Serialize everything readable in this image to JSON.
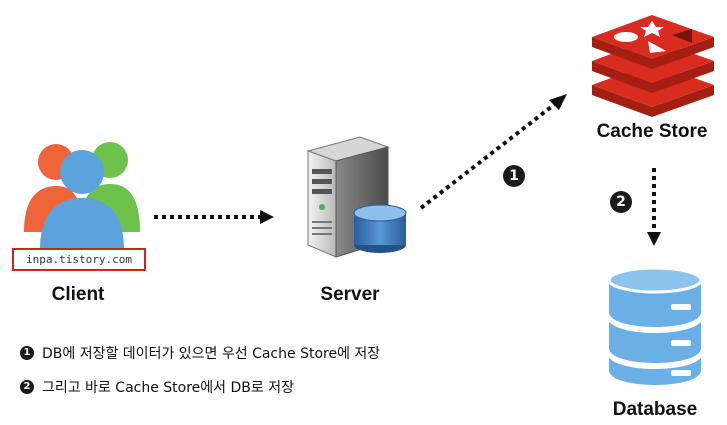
{
  "nodes": {
    "client": {
      "label": "Client"
    },
    "server": {
      "label": "Server"
    },
    "cache": {
      "label": "Cache Store"
    },
    "database": {
      "label": "Database"
    }
  },
  "watermark": "inpa.tistory.com",
  "steps": [
    {
      "marker": "1"
    },
    {
      "marker": "2"
    }
  ],
  "notes": [
    {
      "marker": "1",
      "text": "DB에 저장할 데이터가 있으면 우선 Cache Store에 저장"
    },
    {
      "marker": "2",
      "text": "그리고 바로 Cache Store에서 DB로 저장"
    }
  ],
  "colors": {
    "redis_red": "#d82c20",
    "client_orange": "#f0643a",
    "client_green": "#6cc24a",
    "client_blue": "#5aa3dc",
    "db_blue": "#6ab0e6",
    "watermark_border": "#d42020"
  }
}
